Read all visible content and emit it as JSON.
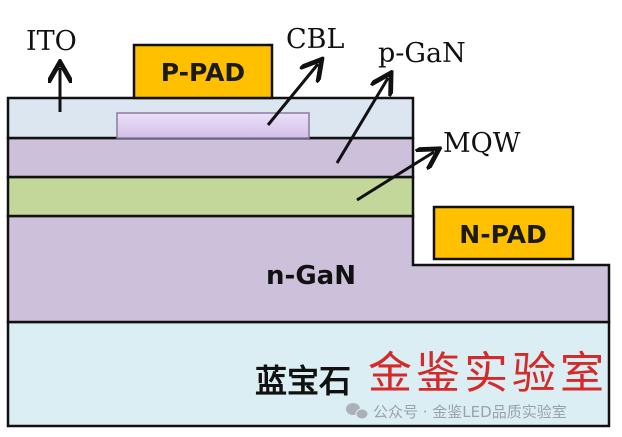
{
  "diagram": {
    "title": "LED chip cross-section",
    "labels": {
      "ito": "ITO",
      "cbl": "CBL",
      "p_gan": "p-GaN",
      "mqw": "MQW",
      "p_pad": "P-PAD",
      "n_pad": "N-PAD",
      "n_gan": "n-GaN",
      "sapphire": "蓝宝石"
    },
    "watermark_red": "金鉴实验室",
    "watermark_footer": "公众号 · 金鉴LED品质实验室",
    "colors": {
      "ito": "#dce6f1",
      "cbl": "#dccbee",
      "p_gan": "#ccc0da",
      "mqw": "#c4d79b",
      "n_gan": "#ccc0da",
      "sapphire": "#daeef3",
      "pad": "#ffc000",
      "red_text": "#d42a2a"
    }
  }
}
